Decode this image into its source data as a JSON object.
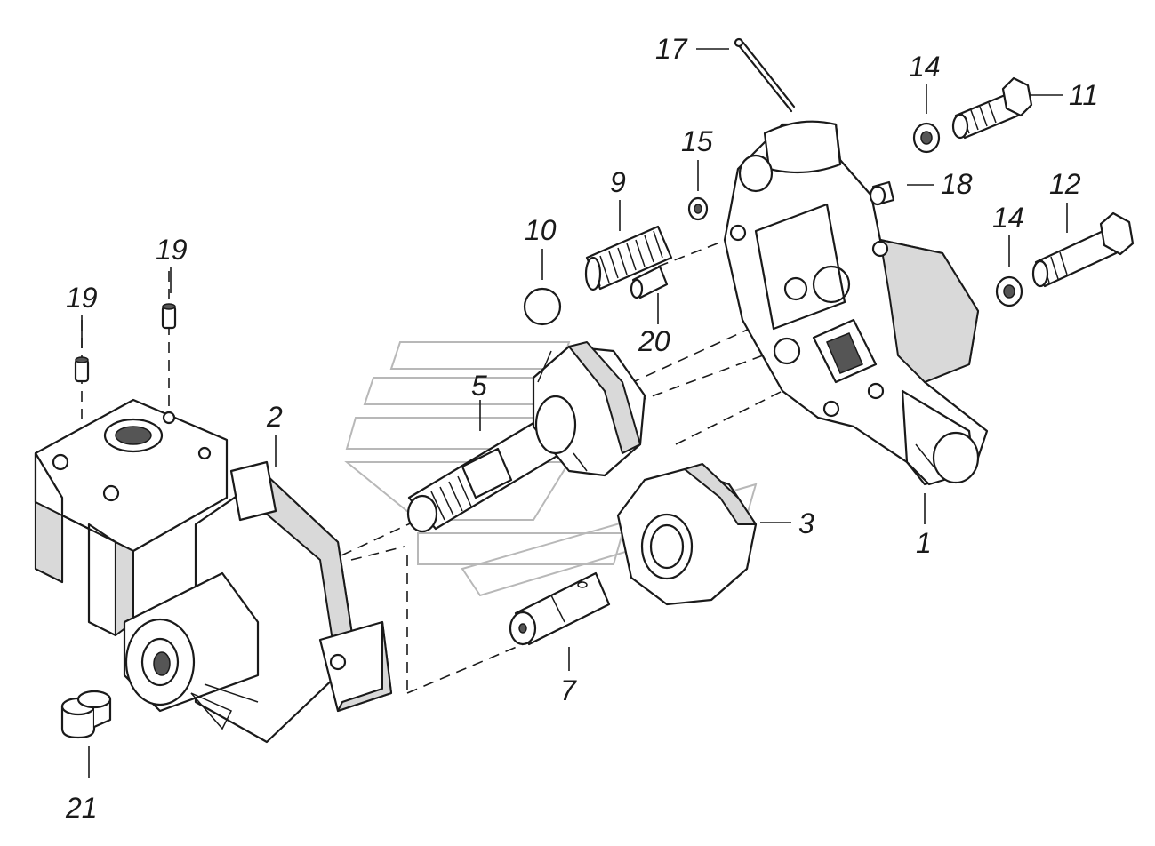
{
  "diagram": {
    "callouts": [
      {
        "id": "1",
        "text": "1"
      },
      {
        "id": "2",
        "text": "2"
      },
      {
        "id": "3",
        "text": "3"
      },
      {
        "id": "5",
        "text": "5"
      },
      {
        "id": "7",
        "text": "7"
      },
      {
        "id": "9",
        "text": "9"
      },
      {
        "id": "10",
        "text": "10"
      },
      {
        "id": "11",
        "text": "11"
      },
      {
        "id": "12",
        "text": "12"
      },
      {
        "id": "14a",
        "text": "14"
      },
      {
        "id": "14b",
        "text": "14"
      },
      {
        "id": "15",
        "text": "15"
      },
      {
        "id": "17",
        "text": "17"
      },
      {
        "id": "18",
        "text": "18"
      },
      {
        "id": "19a",
        "text": "19"
      },
      {
        "id": "19b",
        "text": "19"
      },
      {
        "id": "20",
        "text": "20"
      },
      {
        "id": "21",
        "text": "21"
      }
    ]
  }
}
